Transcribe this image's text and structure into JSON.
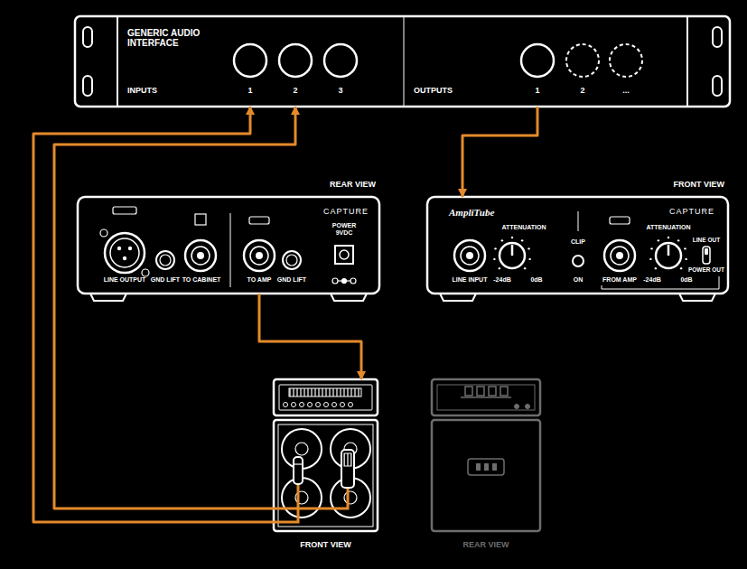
{
  "diagram": {
    "nodes": [
      {
        "text": [
          "GENERIC AUDIO INTERFACE"
        ]
      },
      {
        "text": [
          "REAR VIEW",
          "CAPTURE"
        ]
      },
      {
        "text": [
          "FRONT VIEW",
          "CAPTURE"
        ]
      },
      {
        "text": [
          "FRONT VIEW"
        ]
      },
      {
        "text": [
          "REAR VIEW"
        ]
      }
    ],
    "edges": [
      {
        "from": 0,
        "to": 2,
        "arrow": "to"
      },
      {
        "from": 1,
        "to": 3,
        "arrow": "to"
      },
      {
        "from": 3,
        "to": 0,
        "arrow": "to"
      },
      {
        "from": 3,
        "to": 0,
        "arrow": "to"
      }
    ],
    "labels": [
      "INPUTS",
      "1",
      "2",
      "3",
      "OUTPUTS",
      "1",
      "2",
      "...",
      "LINE OUTPUT",
      "GND LIFT",
      "TO CABINET",
      "TO AMP",
      "GND LIFT",
      "POWER 9VDC",
      "AmpliTube",
      "LINE INPUT",
      "ATTENUATION",
      "-24dB",
      "0dB",
      "CLIP",
      "ON",
      "FROM AMP",
      "ATTENUATION",
      "-24dB",
      "0dB",
      "LINE OUT",
      "POWER OUT"
    ]
  }
}
